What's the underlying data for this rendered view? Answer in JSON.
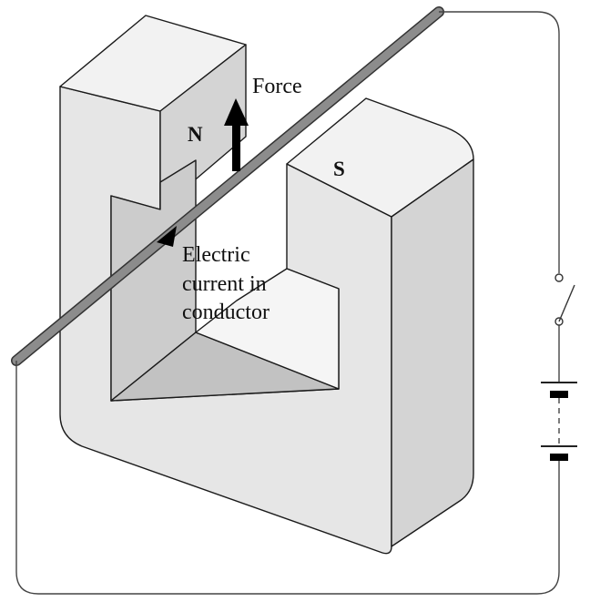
{
  "labels": {
    "force": "Force",
    "north_pole": "N",
    "south_pole": "S",
    "current_line1": "Electric",
    "current_line2": "current in",
    "current_line3": "conductor"
  },
  "colors": {
    "magnet_front": "#e6e6e6",
    "magnet_side": "#d4d4d4",
    "magnet_top": "#f2f2f2",
    "magnet_inner_dark": "#b8b8b8",
    "outline": "#1a1a1a",
    "conductor": "#8c8c8c",
    "wire": "#444444",
    "arrow": "#000000"
  }
}
